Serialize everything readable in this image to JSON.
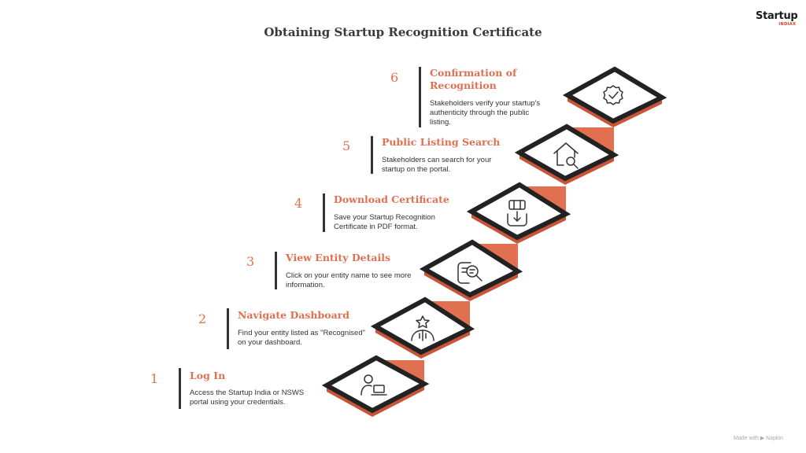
{
  "title": "Obtaining Startup Recognition Certificate",
  "logo": {
    "main": "Startup",
    "sub": "INDIAX"
  },
  "credit": "Made with ▶ Napkin",
  "colors": {
    "accent": "#e07050",
    "stair_face": "#e07050",
    "stair_side": "#c8553a",
    "dark": "#333333"
  },
  "steps": [
    {
      "number": "1",
      "title": "Log In",
      "description": "Access the Startup India or NSWS portal using your credentials.",
      "icon": "user-laptop-icon"
    },
    {
      "number": "2",
      "title": "Navigate Dashboard",
      "description": "Find your entity listed as \"Recognised\" on your dashboard.",
      "icon": "star-person-icon"
    },
    {
      "number": "3",
      "title": "View Entity Details",
      "description": "Click on your entity name to see more information.",
      "icon": "document-search-icon"
    },
    {
      "number": "4",
      "title": "Download Certificate",
      "description": "Save your Startup Recognition Certificate in PDF format.",
      "icon": "download-certificate-icon"
    },
    {
      "number": "5",
      "title": "Public Listing Search",
      "description": "Stakeholders can search for your startup on the portal.",
      "icon": "house-search-icon"
    },
    {
      "number": "6",
      "title": "Confirmation of Recognition",
      "description": "Stakeholders verify your startup's authenticity through the public listing.",
      "icon": "verified-badge-icon"
    }
  ]
}
